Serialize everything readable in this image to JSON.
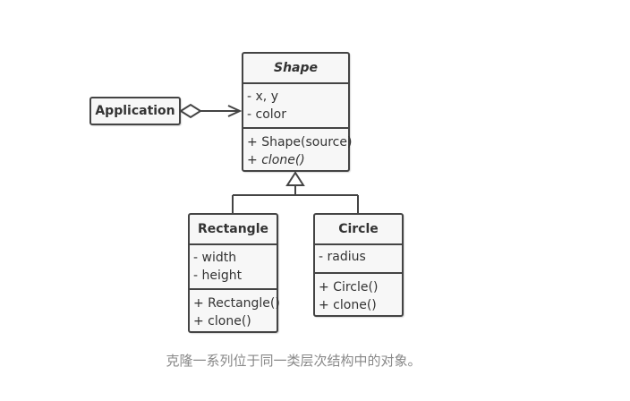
{
  "application": {
    "title": "Application"
  },
  "shape": {
    "title": "Shape",
    "fields": [
      "- x, y",
      "- color"
    ],
    "methods": [
      {
        "prefix": "+ ",
        "name": "Shape(source)"
      },
      {
        "prefix": "+ ",
        "name": "clone()"
      }
    ]
  },
  "rectangle": {
    "title": "Rectangle",
    "fields": [
      "- width",
      "- height"
    ],
    "methods": [
      "+ Rectangle()",
      "+ clone()"
    ]
  },
  "circle": {
    "title": "Circle",
    "fields": [
      "- radius"
    ],
    "methods": [
      "+ Circle()",
      "+ clone()"
    ]
  },
  "caption": "克隆一系列位于同一类层次结构中的对象。"
}
